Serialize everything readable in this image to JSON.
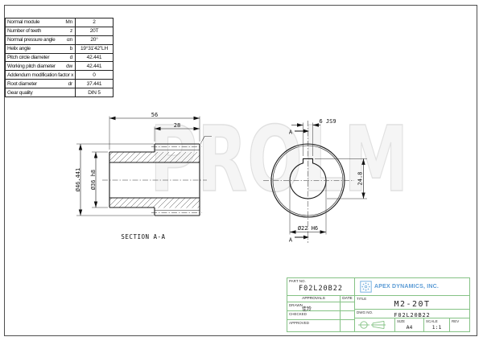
{
  "sheet": {
    "watermark": "PROLM"
  },
  "spec_table": {
    "rows": [
      {
        "name": "Normal module",
        "symbol": "Mn",
        "value": "2"
      },
      {
        "name": "Number of teeth",
        "symbol": "z",
        "value": "20T"
      },
      {
        "name": "Normal pressure angle",
        "symbol": "αn",
        "value": "20°"
      },
      {
        "name": "Helix angle",
        "symbol": "b",
        "value": "19°31'42\"LH"
      },
      {
        "name": "Pitch circle diameter",
        "symbol": "d",
        "value": "42.441"
      },
      {
        "name": "Working pitch diameter",
        "symbol": "dw",
        "value": "42.441"
      },
      {
        "name": "Addendum modification factor x",
        "symbol": "",
        "value": "0"
      },
      {
        "name": "Root diameter",
        "symbol": "dr",
        "value": "37.441"
      },
      {
        "name": "Gear quality",
        "symbol": "",
        "value": "DIN 5"
      }
    ]
  },
  "section_view": {
    "overall_length": "56",
    "gear_length": "28",
    "tip_diameter": "Ø46.441",
    "hub_diameter": "Ø36 h8",
    "label": "SECTION A-A"
  },
  "end_view": {
    "keyway_width": "6 JS9",
    "keyway_depth": "24.8",
    "bore_diameter": "Ø22 H6",
    "section_mark": "A"
  },
  "title_block": {
    "part_no_label": "PART NO.",
    "part_no": "F02L20B22",
    "company": "APEX DYNAMICS, INC.",
    "approvals_label": "APPROVALS",
    "date_label": "DATE",
    "drawn_label": "DRAWN",
    "drawn_by": "佳玲",
    "checked_label": "CHECKED",
    "approved_label": "APPROVED",
    "title_label": "TITLE",
    "title": "M2-20T",
    "dwg_no_label": "DWG NO.",
    "dwg_no": "F02L20B22",
    "size_label": "SIZE",
    "size": "A4",
    "scale_label": "SCALE",
    "scale": "1:1",
    "rev_label": "REV"
  },
  "colors": {
    "titleblock_grid": "#85c285",
    "logo_blue": "#5b9bd5",
    "drawing_line": "#1a1a1a",
    "watermark": "#e0e0e0"
  }
}
